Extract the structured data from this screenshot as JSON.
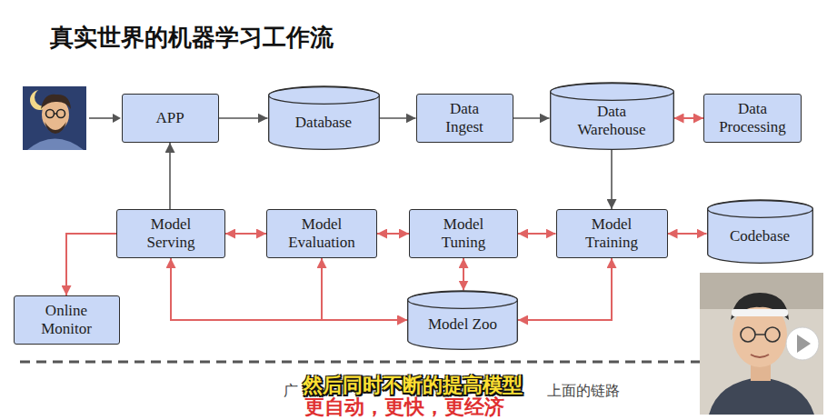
{
  "diagram": {
    "title": "真实世界的机器学习工作流",
    "nodes": [
      {
        "text": [
          "APP"
        ]
      },
      {
        "text": [
          "Database"
        ]
      },
      {
        "text": [
          "Data Ingest"
        ]
      },
      {
        "text": [
          "Data Warehouse"
        ]
      },
      {
        "text": [
          "Data Processing"
        ]
      },
      {
        "text": [
          "Model Serving"
        ]
      },
      {
        "text": [
          "Model Evaluation"
        ]
      },
      {
        "text": [
          "Model Tuning"
        ]
      },
      {
        "text": [
          "Model Training"
        ]
      },
      {
        "text": [
          "Codebase"
        ]
      },
      {
        "text": [
          "Online Monitor"
        ]
      },
      {
        "text": [
          "Model Zoo"
        ]
      }
    ],
    "edges": [
      {
        "from": 0,
        "to": 1,
        "arrow": "to"
      },
      {
        "from": 1,
        "to": 2,
        "arrow": "to"
      },
      {
        "from": 2,
        "to": 3,
        "arrow": "to"
      },
      {
        "from": 3,
        "to": 4,
        "arrow": "both"
      },
      {
        "from": 3,
        "to": 8,
        "arrow": "to"
      },
      {
        "from": 8,
        "to": 9,
        "arrow": "both"
      },
      {
        "from": 7,
        "to": 8,
        "arrow": "both"
      },
      {
        "from": 6,
        "to": 7,
        "arrow": "both"
      },
      {
        "from": 5,
        "to": 6,
        "arrow": "both"
      },
      {
        "from": 5,
        "to": 0,
        "arrow": "to"
      },
      {
        "from": 5,
        "to": 10,
        "arrow": "to"
      },
      {
        "from": 7,
        "to": 11,
        "arrow": "both"
      },
      {
        "from": 11,
        "to": 5,
        "arrow": "both"
      },
      {
        "from": 11,
        "to": 6,
        "arrow": "both"
      },
      {
        "from": 11,
        "to": 8,
        "arrow": "both"
      }
    ],
    "labels": [
      "广",
      "上面的链路",
      "然后同时不断的提高模型",
      "更自动，更快，更经济"
    ]
  }
}
